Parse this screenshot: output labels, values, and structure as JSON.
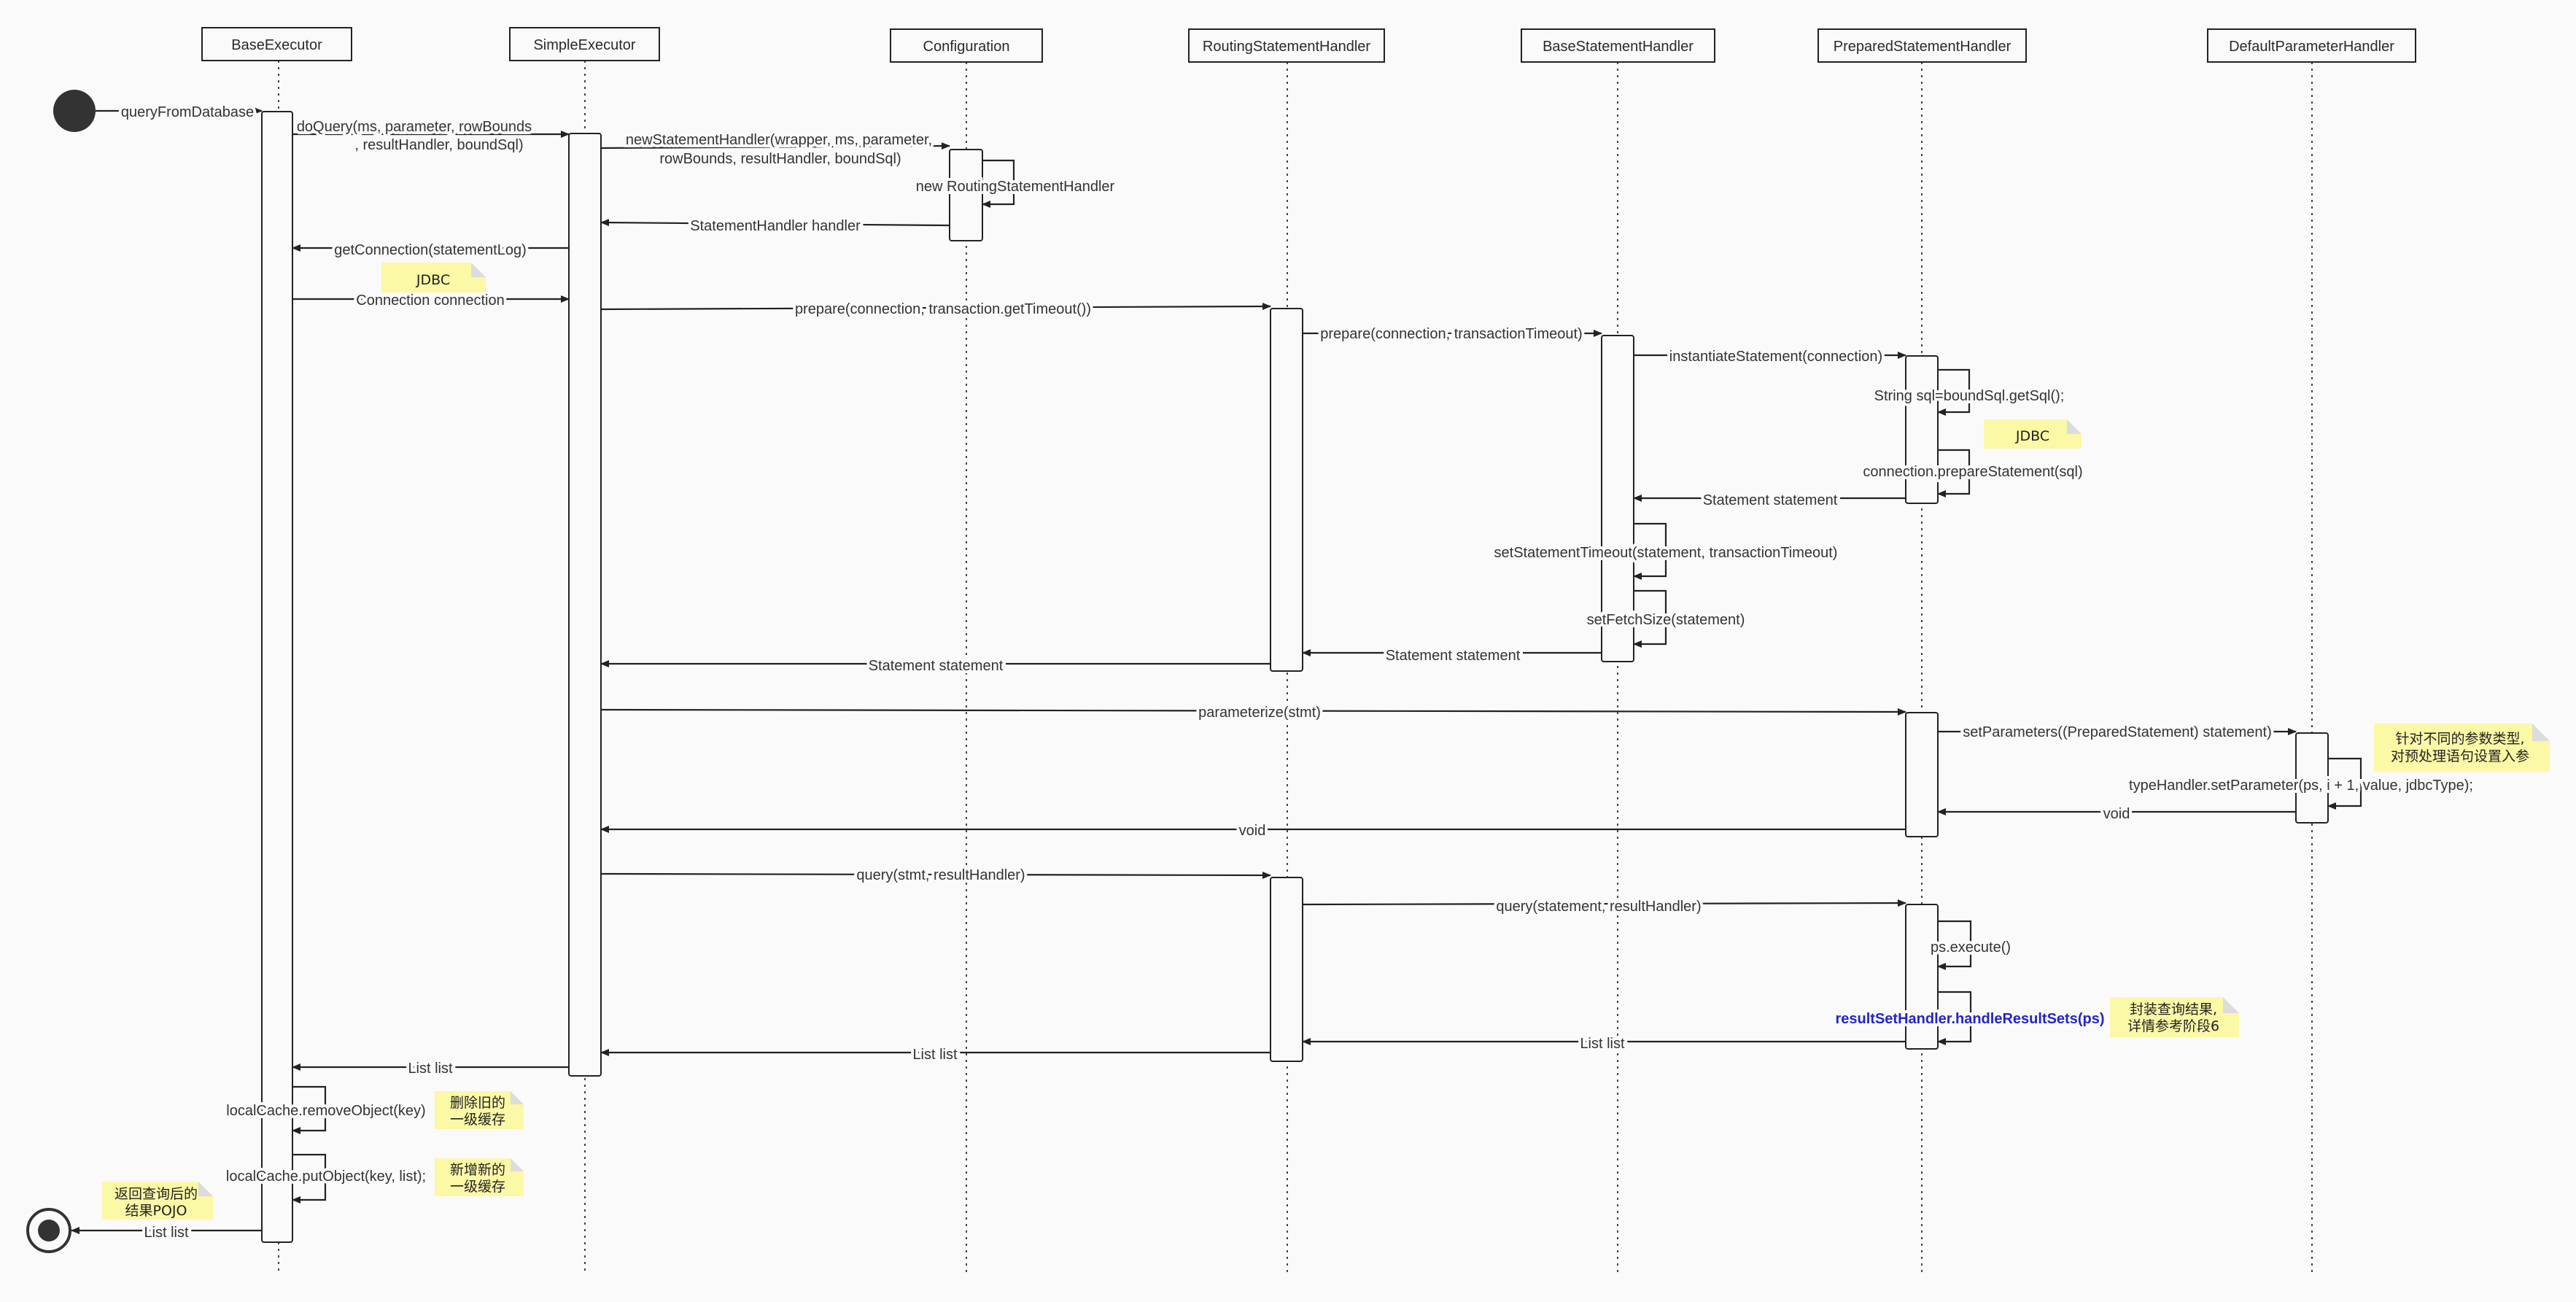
{
  "colors": {
    "line": "#222222",
    "note": "#fbf8a6",
    "note_fold": "#dcdcdc",
    "emphasis": "#2424c8",
    "background": "#fafafa"
  },
  "participants": [
    "BaseExecutor",
    "SimpleExecutor",
    "Configuration",
    "RoutingStatementHandler",
    "BaseStatementHandler",
    "PreparedStatementHandler",
    "DefaultParameterHandler"
  ],
  "messages": {
    "m01": "queryFromDatabase",
    "m02a": "doQuery(ms, parameter, rowBounds",
    "m02b": ", resultHandler, boundSql)",
    "m03a": "newStatementHandler(wrapper, ms, parameter,",
    "m03b": "rowBounds, resultHandler, boundSql)",
    "m04": "new RoutingStatementHandler",
    "m05": "StatementHandler handler",
    "m06": "getConnection(statementLog)",
    "m07": "Connection connection",
    "m08": "prepare(connection, transaction.getTimeout())",
    "m09": "prepare(connection, transactionTimeout)",
    "m10": "instantiateStatement(connection)",
    "m11": "String sql=boundSql.getSql();",
    "m12": "connection.prepareStatement(sql)",
    "m13": "Statement statement",
    "m14": "setStatementTimeout(statement, transactionTimeout)",
    "m15": "setFetchSize(statement)",
    "m16": "Statement statement",
    "m17": "Statement statement",
    "m18": "parameterize(stmt)",
    "m19": "setParameters((PreparedStatement) statement)",
    "m20": "typeHandler.setParameter(ps, i + 1, value, jdbcType);",
    "m21": "void",
    "m22": "void",
    "m23": "query(stmt, resultHandler)",
    "m24": "query(statement, resultHandler)",
    "m25": "ps.execute()",
    "m26": "resultSetHandler.handleResultSets(ps)",
    "m27": "List list",
    "m28": "List list",
    "m29": "List list",
    "m30": "localCache.removeObject(key)",
    "m31": "localCache.putObject(key, list);",
    "m32": "List list"
  },
  "notes": {
    "n1": [
      "JDBC"
    ],
    "n2": [
      "JDBC"
    ],
    "n3": [
      "针对不同的参数类型,",
      "对预处理语句设置入参"
    ],
    "n4": [
      "封装查询结果,",
      "详情参考阶段6"
    ],
    "n5": [
      "删除旧的",
      "一级缓存"
    ],
    "n6": [
      "新增新的",
      "一级缓存"
    ],
    "n7": [
      "返回查询后的",
      "结果POJO"
    ]
  }
}
